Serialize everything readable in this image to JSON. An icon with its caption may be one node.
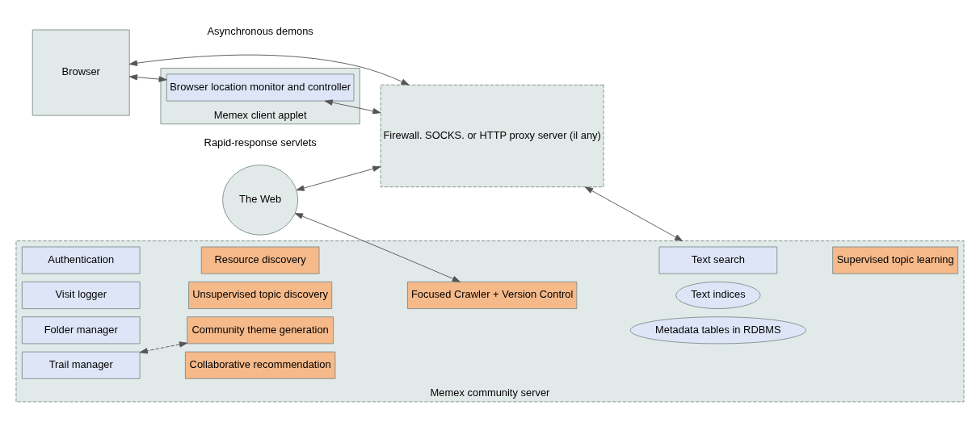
{
  "diagram": {
    "nodes": [
      {
        "text": [
          "Browser"
        ]
      },
      {
        "text": [
          "Memex client applet"
        ]
      },
      {
        "text": [
          "Browser location monitor and controller"
        ],
        "in": 1
      },
      {
        "text": [
          "The Web"
        ]
      },
      {
        "text": [
          "Firewall. SOCKS. or HTTP proxy server (il any)"
        ]
      },
      {
        "text": [
          "Memex community server"
        ]
      },
      {
        "text": [
          "Focused Crawler + Version Control"
        ],
        "in": 5
      },
      {
        "text": [
          "Metadata tables in RDBMS"
        ],
        "in": 5
      },
      {
        "text": [
          "Text indices"
        ],
        "in": 5
      },
      {
        "text": [
          "Visit logger"
        ],
        "in": 5
      },
      {
        "text": [
          "Unsupervised topic discovery"
        ],
        "in": 5
      },
      {
        "text": [
          "Text search"
        ],
        "in": 5
      },
      {
        "text": [
          "Supervised topic learning"
        ],
        "in": 5
      },
      {
        "text": [
          "Folder manager"
        ],
        "in": 5
      },
      {
        "text": [
          "Community theme generation"
        ],
        "in": 5
      },
      {
        "text": [
          "Trail manager"
        ],
        "in": 5
      },
      {
        "text": [
          "Collaborative recommendation"
        ],
        "in": 5
      },
      {
        "text": [
          "Authentication"
        ],
        "in": 5
      },
      {
        "text": [
          "Resource discovery"
        ],
        "in": 5
      }
    ],
    "edges": [
      {
        "from": 0,
        "to": 2,
        "arrow": "both"
      },
      {
        "from": 0,
        "to": 4,
        "arrow": "both"
      },
      {
        "from": 3,
        "to": 4,
        "arrow": "both"
      },
      {
        "from": 3,
        "to": 6,
        "arrow": "both"
      },
      {
        "from": 4,
        "to": 5,
        "arrow": "both"
      },
      {
        "from": 2,
        "to": 4,
        "arrow": "both"
      },
      {
        "from": 14,
        "to": 15,
        "arrow": "both",
        "style": "dashed"
      }
    ],
    "labels": [
      "Rapid-response servlets",
      "Asynchronous demons"
    ]
  }
}
